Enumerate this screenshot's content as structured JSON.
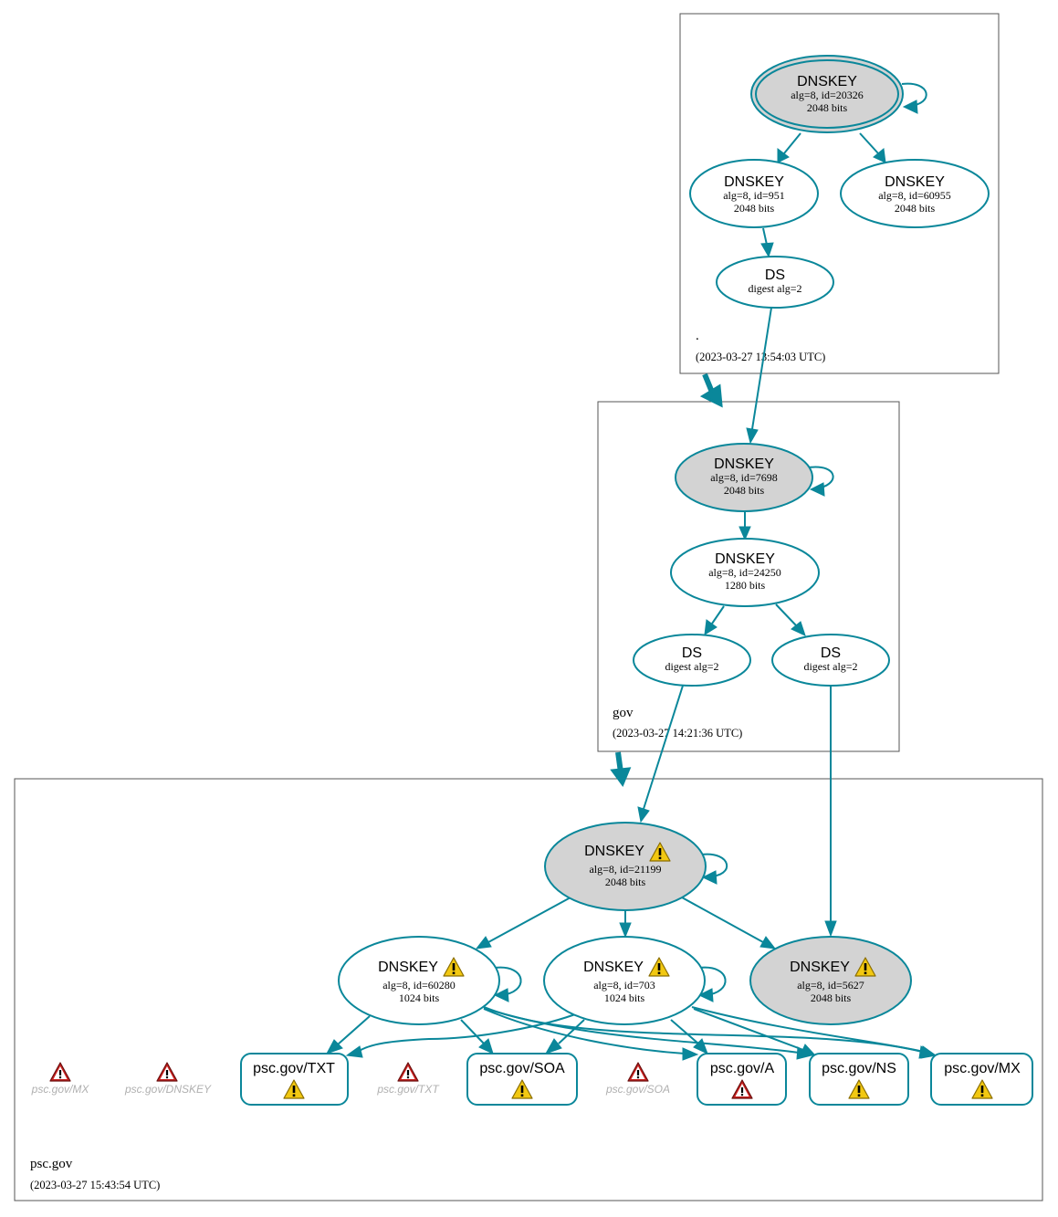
{
  "zones": {
    "root": {
      "name": ".",
      "timestamp": "(2023-03-27 13:54:03 UTC)"
    },
    "gov": {
      "name": "gov",
      "timestamp": "(2023-03-27 14:21:36 UTC)"
    },
    "psc": {
      "name": "psc.gov",
      "timestamp": "(2023-03-27 15:43:54 UTC)"
    }
  },
  "nodes": {
    "root_ksk": {
      "label": "DNSKEY",
      "detail1": "alg=8, id=20326",
      "detail2": "2048 bits"
    },
    "root_zsk1": {
      "label": "DNSKEY",
      "detail1": "alg=8, id=951",
      "detail2": "2048 bits"
    },
    "root_zsk2": {
      "label": "DNSKEY",
      "detail1": "alg=8, id=60955",
      "detail2": "2048 bits"
    },
    "root_ds": {
      "label": "DS",
      "detail1": "digest alg=2"
    },
    "gov_ksk": {
      "label": "DNSKEY",
      "detail1": "alg=8, id=7698",
      "detail2": "2048 bits"
    },
    "gov_zsk": {
      "label": "DNSKEY",
      "detail1": "alg=8, id=24250",
      "detail2": "1280 bits"
    },
    "gov_ds1": {
      "label": "DS",
      "detail1": "digest alg=2"
    },
    "gov_ds2": {
      "label": "DS",
      "detail1": "digest alg=2"
    },
    "psc_ksk": {
      "label": "DNSKEY",
      "detail1": "alg=8, id=21199",
      "detail2": "2048 bits"
    },
    "psc_zsk1": {
      "label": "DNSKEY",
      "detail1": "alg=8, id=60280",
      "detail2": "1024 bits"
    },
    "psc_zsk2": {
      "label": "DNSKEY",
      "detail1": "alg=8, id=703",
      "detail2": "1024 bits"
    },
    "psc_ksk2": {
      "label": "DNSKEY",
      "detail1": "alg=8, id=5627",
      "detail2": "2048 bits"
    }
  },
  "rrsets": {
    "txt": "psc.gov/TXT",
    "soa": "psc.gov/SOA",
    "a": "psc.gov/A",
    "ns": "psc.gov/NS",
    "mx": "psc.gov/MX"
  },
  "missing": {
    "mx": "psc.gov/MX",
    "dnskey": "psc.gov/DNSKEY",
    "txt": "psc.gov/TXT",
    "soa": "psc.gov/SOA"
  },
  "colors": {
    "edge": "#0a879a",
    "ksk_fill": "#d3d3d3",
    "warning": "#f2c811",
    "error": "#c8201e",
    "missing_text": "#b0b0b0"
  },
  "icons": {
    "warning": "warning-triangle-icon",
    "error": "error-triangle-icon"
  }
}
